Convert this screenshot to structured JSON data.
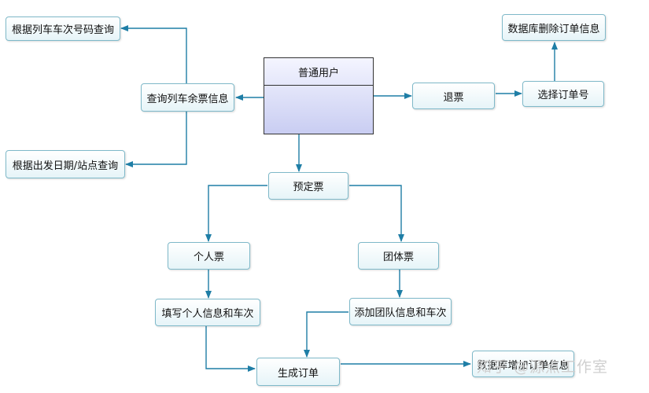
{
  "user_class": "普通用户",
  "nodes": {
    "query_by_train": "根据列车车次号码查询",
    "query_remaining": "查询列车余票信息",
    "query_by_date_station": "根据出发日期/站点查询",
    "refund": "退票",
    "select_order": "选择订单号",
    "db_delete_order": "数据库删除订单信息",
    "book": "预定票",
    "individual": "个人票",
    "group": "团体票",
    "fill_individual": "填写个人信息和车次",
    "add_group": "添加团队信息和车次",
    "generate_order": "生成订单",
    "db_add_order": "数据库增加订单信息"
  },
  "watermark": "知乎 @源点工作室",
  "colors": {
    "line": "#1f7ea6",
    "node_border": "#7fb9c9"
  }
}
